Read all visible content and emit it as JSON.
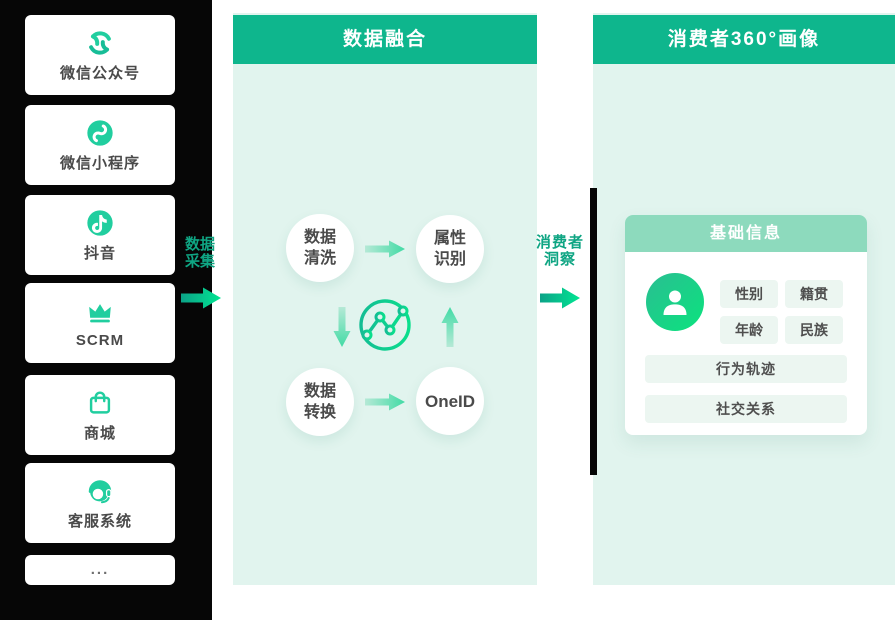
{
  "colors": {
    "sidebar_bg": "#060606",
    "accent_green": "#0eb68d",
    "panel_bg": "#e1f4ee",
    "icon_teal": "#21ce9f",
    "label_green": "#0fa583",
    "card_header_bg": "#8ddabd",
    "chip_bg": "#ecf6f1",
    "arrow_gradient_start": "#0ba287",
    "arrow_gradient_end": "#01e592",
    "node_text": "#4a4a4a"
  },
  "sidebar": {
    "items": [
      {
        "label": "微信公众号",
        "icon": "wechat-official-icon"
      },
      {
        "label": "微信小程序",
        "icon": "wechat-miniprogram-icon"
      },
      {
        "label": "抖音",
        "icon": "douyin-icon"
      },
      {
        "label": "SCRM",
        "icon": "crown-icon"
      },
      {
        "label": "商城",
        "icon": "shopping-bag-icon"
      },
      {
        "label": "客服系统",
        "icon": "customer-service-icon"
      },
      {
        "label": "...",
        "icon": "more-icon"
      }
    ]
  },
  "flow": {
    "collect_label_line1": "数据",
    "collect_label_line2": "采集",
    "insight_label_line1": "消费者",
    "insight_label_line2": "洞察"
  },
  "fusion": {
    "title": "数据融合",
    "node_clean_line1": "数据",
    "node_clean_line2": "清洗",
    "node_attr_line1": "属性",
    "node_attr_line2": "识别",
    "node_transform_line1": "数据",
    "node_transform_line2": "转换",
    "node_oneid": "OneID"
  },
  "profile": {
    "title": "消费者360°画像",
    "card_title": "基础信息",
    "chips": [
      "性别",
      "籍贯",
      "年龄",
      "民族"
    ],
    "row_behavior": "行为轨迹",
    "row_social": "社交关系"
  }
}
